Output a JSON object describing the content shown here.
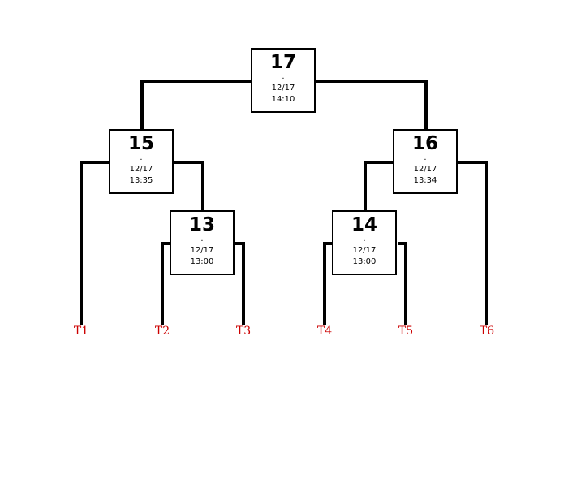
{
  "matches": {
    "m17": {
      "number": "17",
      "dot": ".",
      "date": "12/17",
      "time": "14:10"
    },
    "m15": {
      "number": "15",
      "dot": ".",
      "date": "12/17",
      "time": "13:35"
    },
    "m16": {
      "number": "16",
      "dot": ".",
      "date": "12/17",
      "time": "13:34"
    },
    "m13": {
      "number": "13",
      "dot": ".",
      "date": "12/17",
      "time": "13:00"
    },
    "m14": {
      "number": "14",
      "dot": ".",
      "date": "12/17",
      "time": "13:00"
    }
  },
  "teams": [
    "T1",
    "T2",
    "T3",
    "T4",
    "T5",
    "T6"
  ],
  "colors": {
    "line": "#000000",
    "team_label": "#cc0000",
    "box_border": "#000000",
    "background": "#ffffff"
  }
}
